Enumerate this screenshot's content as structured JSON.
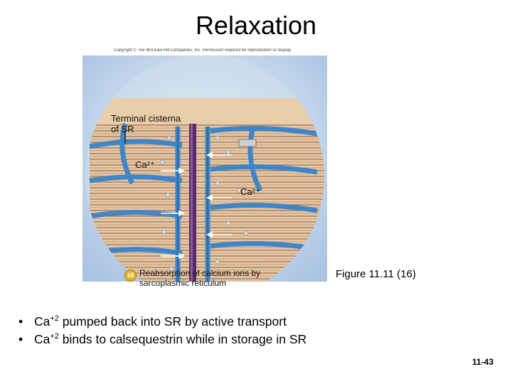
{
  "slide": {
    "title": "Relaxation",
    "copyright": "Copyright © The McGraw-Hill Companies, Inc. Permission required for reproduction or display.",
    "number": "11-43"
  },
  "figure": {
    "label_terminal_cisterna": [
      "Terminal cisterna",
      "of SR"
    ],
    "label_ca_left": "Ca²⁺",
    "label_ca_right": "Ca²⁺",
    "step_number": "16",
    "step_text": "Reabsorption of calcium ions by sarcoplasmic reticulum",
    "caption": "Figure 11.11 (16)"
  },
  "bullets": [
    {
      "prefix": "Ca",
      "sup": "+2",
      "text": " pumped back into SR by active transport"
    },
    {
      "prefix": "Ca",
      "sup": "+2",
      "text": " binds to calsequestrin while in storage in SR"
    }
  ],
  "colors": {
    "background_blue": "#b7cde6",
    "muscle_tan": "#e8cba8",
    "sr_blue": "#3f86c8",
    "t_tubule_purple": "#5a2a6e",
    "badge_gold": "#e8b21a"
  }
}
